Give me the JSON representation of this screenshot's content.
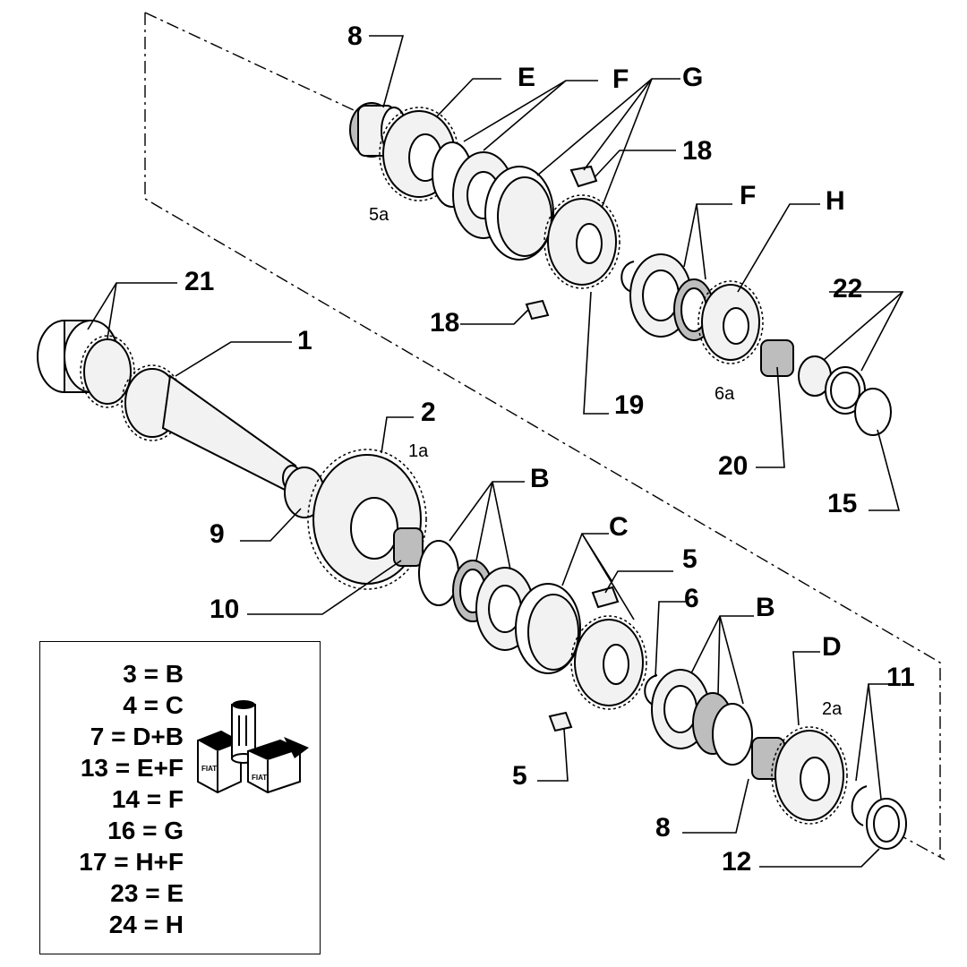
{
  "callouts": {
    "c1": "1",
    "c2": "2",
    "c5a": "5",
    "c5b": "5",
    "c6": "6",
    "c8a": "8",
    "c8b": "8",
    "c9": "9",
    "c10": "10",
    "c11": "11",
    "c12": "12",
    "c15": "15",
    "c18a": "18",
    "c18b": "18",
    "c19": "19",
    "c20": "20",
    "c21": "21",
    "c22": "22",
    "cB1": "B",
    "cB2": "B",
    "cC": "C",
    "cD": "D",
    "cE": "E",
    "cF1": "F",
    "cF2": "F",
    "cG": "G",
    "cH": "H"
  },
  "sublabels": {
    "s1a": "1a",
    "s2a": "2a",
    "s5a": "5a",
    "s6a": "6a"
  },
  "legend": [
    "3 = B",
    "4 = C",
    "7 = D+B",
    "13 = E+F",
    "14 = F",
    "16 = G",
    "17 = H+F",
    "23 = E",
    "24 = H"
  ],
  "kit_icon": {
    "name": "parts-kit-icon",
    "box_text": "FIAT"
  }
}
